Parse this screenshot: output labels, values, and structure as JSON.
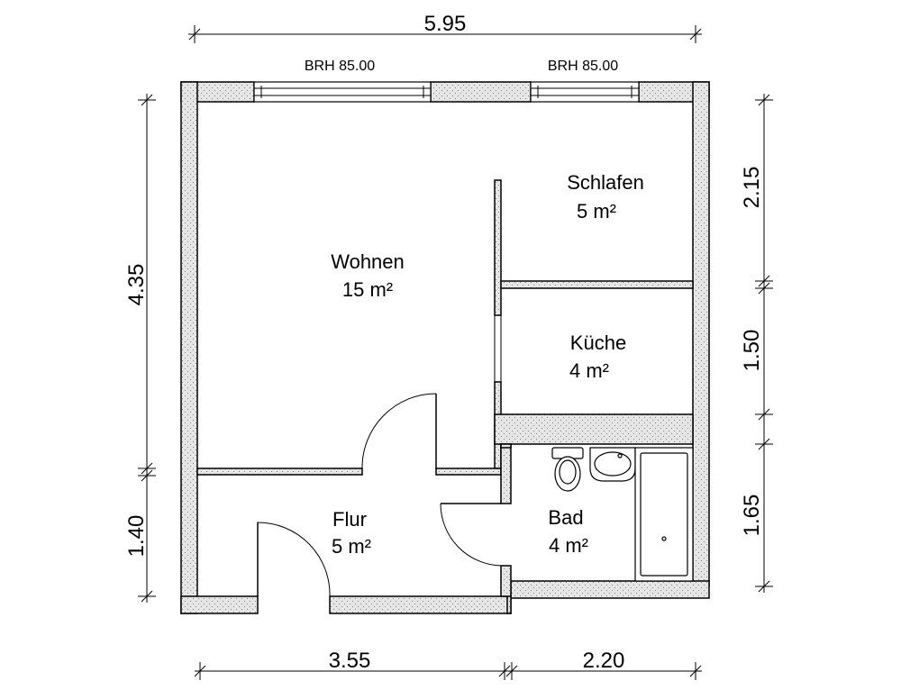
{
  "dimensions": {
    "top_total": "5.95",
    "bottom_left": "3.55",
    "bottom_right": "2.20",
    "left_upper": "4.35",
    "left_lower": "1.40",
    "right_top": "2.15",
    "right_middle": "1.50",
    "right_bottom": "1.65"
  },
  "windows": {
    "left_label": "BRH 85.00",
    "right_label": "BRH 85.00"
  },
  "rooms": {
    "wohnen": {
      "name": "Wohnen",
      "area": "15 m²"
    },
    "schlafen": {
      "name": "Schlafen",
      "area": "5 m²"
    },
    "kueche": {
      "name": "Küche",
      "area": "4 m²"
    },
    "flur": {
      "name": "Flur",
      "area": "5 m²"
    },
    "bad": {
      "name": "Bad",
      "area": "4 m²"
    }
  }
}
